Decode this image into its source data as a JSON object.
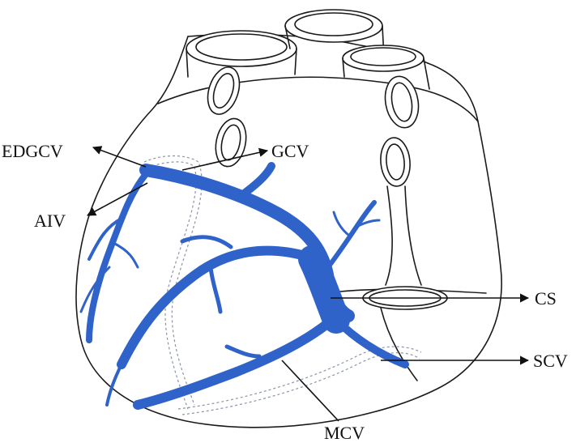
{
  "labels": {
    "edgcv": "EDGCV",
    "gcv": "GCV",
    "aiv": "AIV",
    "cs": "CS",
    "scv": "SCV",
    "mcv": "MCV"
  },
  "colors": {
    "vein": "#2f63c9",
    "vein_light": "#8fb0e6",
    "outline": "#1a1a1a",
    "background": "#ffffff"
  }
}
